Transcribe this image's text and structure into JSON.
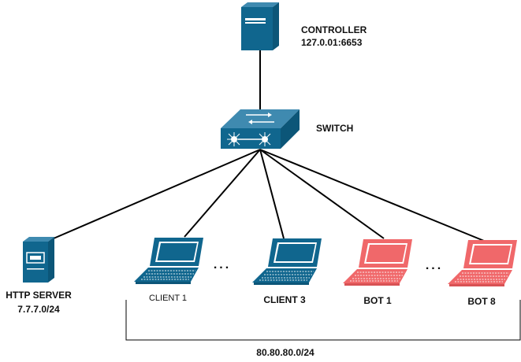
{
  "controller": {
    "title": "CONTROLLER",
    "address": "127.0.01:6653"
  },
  "switch": {
    "title": "SWITCH"
  },
  "http_server": {
    "title": "HTTP SERVER",
    "address": "7.7.7.0/24"
  },
  "clients": [
    {
      "label": "CLIENT 1"
    },
    {
      "label": "CLIENT 3"
    }
  ],
  "bots": [
    {
      "label": "BOT 1"
    },
    {
      "label": "BOT 8"
    }
  ],
  "ellipsis": "...",
  "subnet": "80.80.80.0/24",
  "colors": {
    "device_blue": "#10668e",
    "bot_red": "#f0686a",
    "line": "#000000"
  },
  "icons": [
    "server-tower-icon",
    "network-switch-icon",
    "laptop-icon"
  ]
}
